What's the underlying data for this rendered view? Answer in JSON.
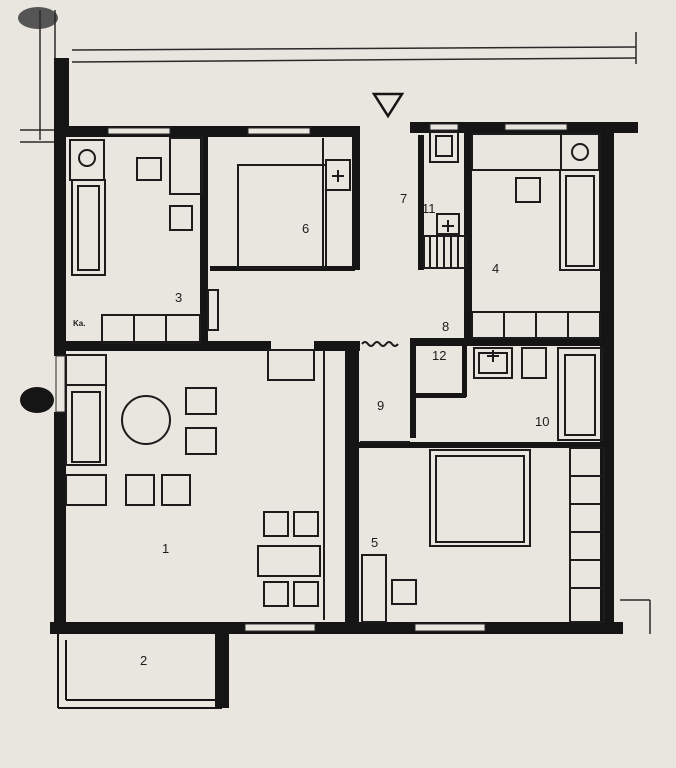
{
  "colors": {
    "paper": "#e9e6df",
    "ink": "#151515",
    "thin_line": "#2a2a2a"
  },
  "entrance_marker": "triangle-down",
  "rooms": [
    {
      "id": "room-1",
      "label": "1"
    },
    {
      "id": "room-2",
      "label": "2"
    },
    {
      "id": "room-3",
      "label": "3"
    },
    {
      "id": "room-4",
      "label": "4"
    },
    {
      "id": "room-5",
      "label": "5"
    },
    {
      "id": "room-6",
      "label": "6"
    },
    {
      "id": "room-7",
      "label": "7"
    },
    {
      "id": "room-8",
      "label": "8"
    },
    {
      "id": "room-9",
      "label": "9"
    },
    {
      "id": "room-10",
      "label": "10"
    },
    {
      "id": "room-11",
      "label": "11"
    },
    {
      "id": "room-12",
      "label": "12"
    }
  ],
  "annotations": {
    "cellar_mark": "Ka."
  }
}
